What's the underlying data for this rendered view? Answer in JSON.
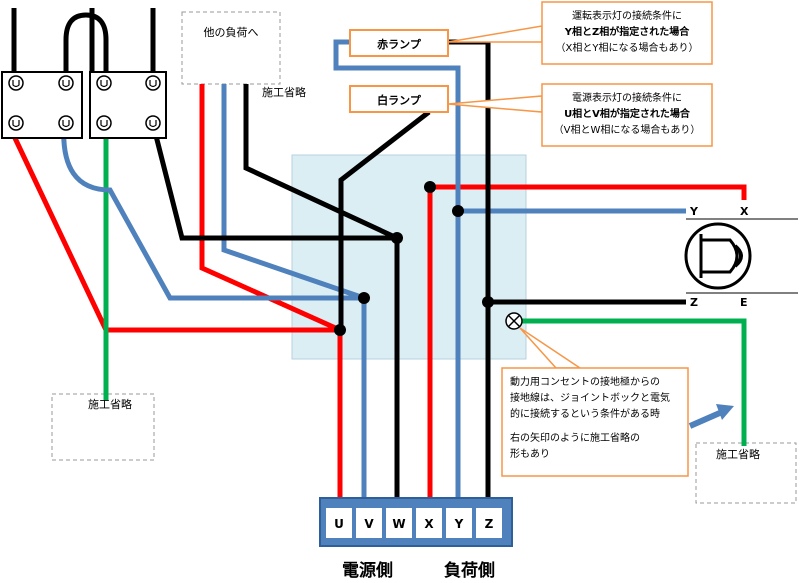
{
  "colors": {
    "red": "#ff0000",
    "blue": "#4f81bd",
    "black": "#000000",
    "green": "#00b050",
    "junction_box": "#dbeef4",
    "callout_border": "#f79646",
    "terminal_block": "#4f81bd"
  },
  "icons": {
    "outlet_terminal": "circle-u",
    "earth_mark": "circle-x",
    "motor": "circle-motor",
    "arrow": "blue-arrow"
  },
  "labels": {
    "other_load": "他の負荷へ",
    "omit_top": "施工省略",
    "omit_left": "施工省略",
    "omit_right": "施工省略",
    "red_lamp": "赤ランプ",
    "white_lamp": "白ランプ",
    "source_side": "電源側",
    "load_side": "負荷側"
  },
  "callouts": {
    "run_lamp": {
      "line1": "運転表示灯の接続条件に",
      "line2": "Y相とZ相が指定された場合",
      "line3": "（X相とY相になる場合もあり）"
    },
    "power_lamp": {
      "line1": "電源表示灯の接続条件に",
      "line2": "U相とV相が指定された場合",
      "line3": "（V相とW相になる場合もあり）"
    },
    "earth_note": {
      "line1": "動力用コンセントの接地極からの",
      "line2": "接地線は、ジョイントボックと電気",
      "line3": "的に接続するという条件がある時",
      "line4": "右の矢印のように施工省略の",
      "line5": "形もあり"
    }
  },
  "terminals": [
    "U",
    "V",
    "W",
    "X",
    "Y",
    "Z"
  ],
  "motor_terminals": {
    "y": "Y",
    "x": "X",
    "z": "Z",
    "e": "E"
  }
}
